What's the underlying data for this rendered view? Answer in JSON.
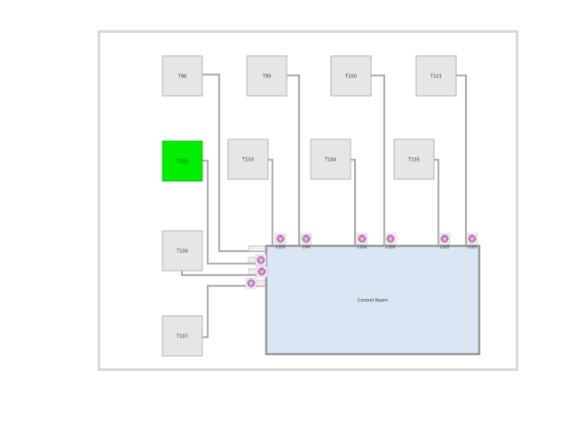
{
  "colors": {
    "tank_fill": "#e6e6e6",
    "tank_stroke": "#b5b5b5",
    "tank_active_fill": "#00ee00",
    "pipe": "#b0b0b0",
    "room_fill": "#dbe6f4",
    "room_stroke": "#9a9a9a",
    "lamp_fill": "#c77ec7",
    "frame": "#d9d9d9"
  },
  "tanks": [
    {
      "id": "T98",
      "label": "T98",
      "active": false
    },
    {
      "id": "T99",
      "label": "T99",
      "active": false
    },
    {
      "id": "T100",
      "label": "T100",
      "active": false
    },
    {
      "id": "T101",
      "label": "T101",
      "active": false
    },
    {
      "id": "T102",
      "label": "T102",
      "active": true
    },
    {
      "id": "T103",
      "label": "T103",
      "active": false
    },
    {
      "id": "T104",
      "label": "T104",
      "active": false
    },
    {
      "id": "T105",
      "label": "T105",
      "active": false
    },
    {
      "id": "T106",
      "label": "T106",
      "active": false
    },
    {
      "id": "T107",
      "label": "T107",
      "active": false
    }
  ],
  "lamps": [
    {
      "id": "L103",
      "label": "L103"
    },
    {
      "id": "L99",
      "label": "L99"
    },
    {
      "id": "L104",
      "label": "L104"
    },
    {
      "id": "L100",
      "label": "L100"
    },
    {
      "id": "L105",
      "label": "L105"
    },
    {
      "id": "L101",
      "label": "L101"
    },
    {
      "id": "L102",
      "label": ""
    },
    {
      "id": "L106",
      "label": ""
    },
    {
      "id": "L107",
      "label": ""
    }
  ],
  "control_room": {
    "label": "Control Room"
  }
}
